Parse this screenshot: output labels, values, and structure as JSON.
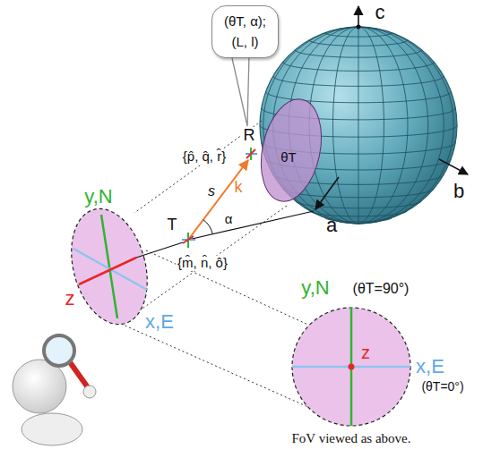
{
  "diagram": {
    "caption": "FoV viewed as above.",
    "nodes": [
      {
        "text": [
          "(θT, α);",
          "(L, l)"
        ]
      }
    ],
    "labels": [
      "c",
      "b",
      "R",
      "{p̂, q̂, r̂}",
      "k",
      "θT",
      "s",
      "α",
      "a",
      "T",
      "{m̂, n̂, ô}",
      "y,N",
      "z",
      "x,E",
      "y,N",
      "(θT=90°)",
      "z",
      "x,E",
      "(θT=0°)"
    ]
  }
}
